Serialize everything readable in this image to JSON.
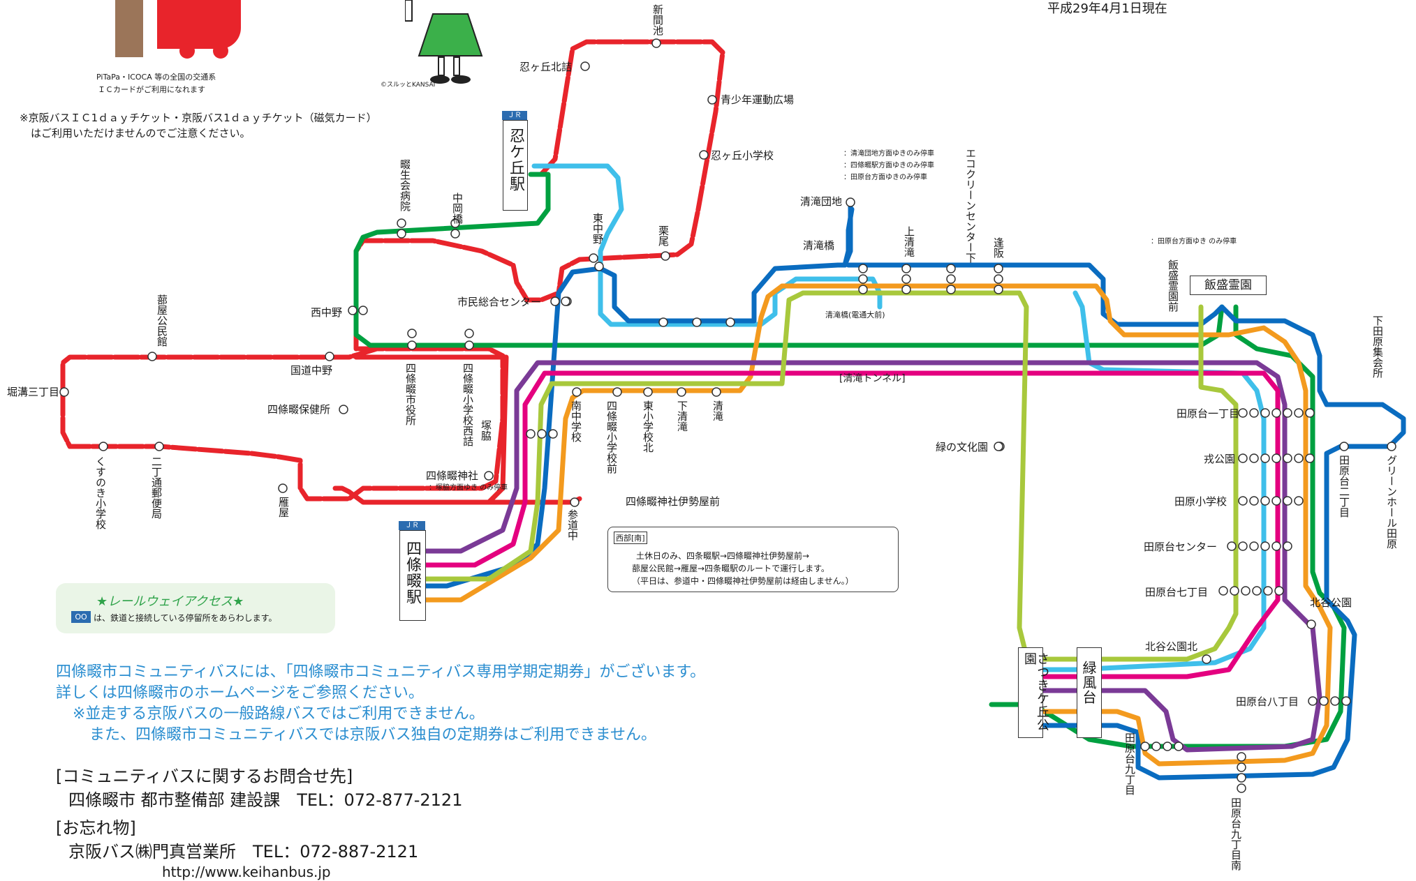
{
  "header": {
    "date": "平成29年4月1日現在",
    "ic_cards_line1": "PiTaPa・ICOCA 等の全国の交通系",
    "ic_cards_line2": "ＩＣカードがご利用になれます",
    "copyright": "©スルッとKANSAI",
    "notice_line1": "※京阪バスＩＣ1ｄａｙチケット・京阪バス1ｄａｙチケット（磁気カード）",
    "notice_line2": "はご利用いただけませんのでご注意ください。"
  },
  "legend_stops": {
    "a": "：清滝団地方面ゆきのみ停車",
    "b": "：四條畷駅方面ゆきのみ停車",
    "c": "：田原台方面ゆきのみ停車",
    "taharadai_only": "：田原台方面ゆき のみ停車",
    "tsukamoto_only": "：塚脇方面ゆき のみ停車"
  },
  "stations": {
    "shinobugaoka": "忍ケ丘駅",
    "shijonawate": "四條畷駅",
    "iimori": "飯盛霊園",
    "satsukigaoka": "さつきケ丘公園",
    "midorikazedai": "緑風台",
    "jr": "ＪＲ"
  },
  "stops": {
    "shinmaike": "新間池",
    "shinobu_kitazume": "忍ヶ丘北詰",
    "seishonen": "青少年運動広場",
    "shinobu_shogakko": "忍ヶ丘小学校",
    "kurio": "栗尾",
    "higashi_nakano": "東中野",
    "shimin_sogo": "市民総合センター",
    "nishi_nakano": "西中野",
    "eisei_byoin": "畷生会病院",
    "nakaokabashi": "中岡橋",
    "tomiyakominkan": "蔀屋公民館",
    "kokudo_nakano": "国道中野",
    "hokenjo": "四條畷保健所",
    "horimizo": "堀溝三丁目",
    "kusunoki": "くすのき小学校",
    "nichome_yubin": "二丁通郵便局",
    "gan_ya": "雁屋",
    "shiyakusho": "四條畷市役所",
    "shogakko_nishi": "四條畷小学校西詰",
    "tsukawaki": "塚脇",
    "jinja": "四條畷神社",
    "jinja_iseya": "四條畷神社伊勢屋前",
    "sando": "参道中",
    "minami_chu": "南中学校",
    "shijo_shogakko_mae": "四條畷小学校前",
    "higashi_sho_kita": "東小学校北",
    "shimo_kiyotaki": "下清滝",
    "kiyotaki": "清滝",
    "kiyotaki_danchi": "清滝団地",
    "kiyotakibashi": "清滝橋",
    "kiyotakibashi_dentsu": "清滝橋(電通大前)",
    "kami_kiyotaki": "上清滝",
    "eco_center": "エコクリーンセンター下",
    "osaka": "逢阪",
    "iimori_mae": "飯盛霊園前",
    "tunnel": "[清滝トンネル]",
    "midori_bunka": "緑の文化園",
    "shimotahara": "下田原集会所",
    "tahara_1": "田原台一丁目",
    "jukouen": "戎公園",
    "tahara_sho": "田原小学校",
    "tahara_center": "田原台センター",
    "tahara_7": "田原台七丁目",
    "kitaya_kita": "北谷公園北",
    "kitaya": "北谷公園",
    "tahara_8": "田原台八丁目",
    "tahara_9": "田原台九丁目",
    "tahara_9_minami": "田原台九丁目南",
    "tahara_2": "田原台二丁目",
    "green_hall": "グリーンホール田原"
  },
  "saturday_note": {
    "tag": "西部[南]",
    "line1": "土休日のみ、四条畷駅→四條畷神社伊勢屋前→",
    "line2": "蔀屋公民館→雁屋→四条畷駅のルートで運行します。",
    "line3": "（平日は、参道中・四條畷神社伊勢屋前は経由しません。）"
  },
  "rail_access": {
    "title": "★レールウェイアクセス★",
    "icon": "OO",
    "desc": "は、鉄道と接続している停留所をあらわします。"
  },
  "info": {
    "pass_line1": "四條畷市コミュニティバスには、「四條畷市コミュニティバス専用学期定期券」がございます。",
    "pass_line2": "詳しくは四條畷市のホームページをご参照ください。",
    "pass_line3": "※並走する京阪バスの一般路線バスではご利用できません。",
    "pass_line4": "また、四條畷市コミュニティバスでは京阪バス独自の定期券はご利用できません。",
    "contact_head": "[コミュニティバスに関するお問合せ先]",
    "contact_line": "四條畷市 都市整備部 建設課　TEL：072-877-2121",
    "lost_head": "[お忘れ物]",
    "lost_line": "京阪バス㈱門真営業所　TEL：072-887-2121",
    "url": "http://www.keihanbus.jp"
  },
  "colors": {
    "red": "#e8242b",
    "green": "#00a040",
    "sky": "#3fbfea",
    "blue": "#0a6cc0",
    "orange": "#f39a1e",
    "purple": "#7a3a96",
    "magenta": "#e4007f",
    "lime": "#a8c83c"
  }
}
